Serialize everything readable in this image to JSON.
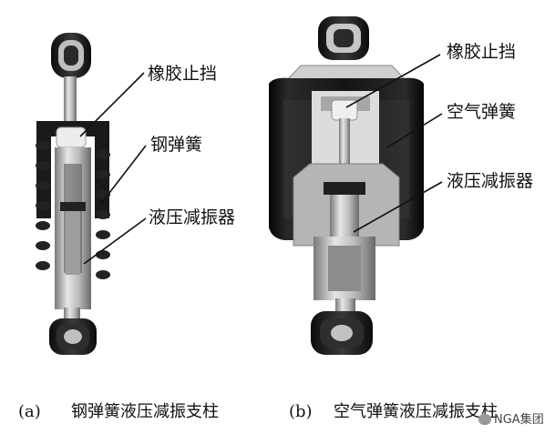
{
  "labels_a": {
    "rubber_stop": "橡胶止挡",
    "steel_spring": "钢弹簧",
    "hydraulic_damper": "液压减振器"
  },
  "labels_b": {
    "rubber_stop": "橡胶止挡",
    "air_spring": "空气弹簧",
    "hydraulic_damper": "液压减振器"
  },
  "captions": {
    "a_marker": "(a)",
    "a_text": "钢弹簧液压减振支柱",
    "b_marker": "(b)",
    "b_text": "空气弹簧液压减振支柱"
  },
  "watermark": "NGA集团",
  "colors": {
    "rubber": "#1c1c1c",
    "metal": "#c8c8c8",
    "text": "#111111"
  }
}
